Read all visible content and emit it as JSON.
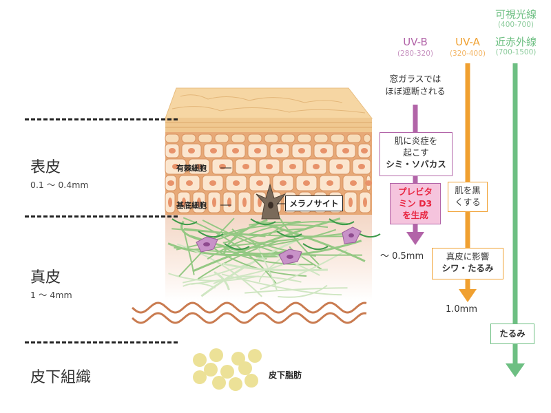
{
  "layers": {
    "epidermis": {
      "name": "表皮",
      "thickness": "0.1 〜 0.4mm"
    },
    "dermis": {
      "name": "真皮",
      "thickness": "1 〜 4mm"
    },
    "subcutaneous": {
      "name": "皮下組織"
    }
  },
  "skin_labels": {
    "spinous": "有棘細胞",
    "basal": "基底細胞",
    "melanocyte": "メラノサイト",
    "fat": "皮下脂肪"
  },
  "uvb": {
    "title": "UV-B",
    "range": "(280-320)",
    "note_line1": "窓ガラスでは",
    "note_line2": "ほぼ遮断される",
    "effect_line1": "肌に炎症を",
    "effect_line2": "起こす",
    "effect_line3": "シミ・ソバカス",
    "vitd_line1": "プレビタ",
    "vitd_line2": "ミン D3",
    "vitd_line3": "を生成",
    "depth": "〜 0.5mm"
  },
  "uva": {
    "title": "UV-A",
    "range": "(320-400)",
    "effect_line1": "肌を黒",
    "effect_line2": "くする",
    "dermis_line1": "真皮に影響",
    "dermis_line2": "シワ・たるみ",
    "depth": "1.0mm"
  },
  "visible_ir": {
    "title1": "可視光線",
    "range1": "(400-700)",
    "title2": "近赤外線",
    "range2": "(700-1500)",
    "effect": "たるみ"
  },
  "colors": {
    "uvb": "#b264a8",
    "uva": "#f0a030",
    "visible_ir": "#6dbf82",
    "vitd_text": "#e8233f",
    "vitd_fill": "#f5c4dd"
  }
}
